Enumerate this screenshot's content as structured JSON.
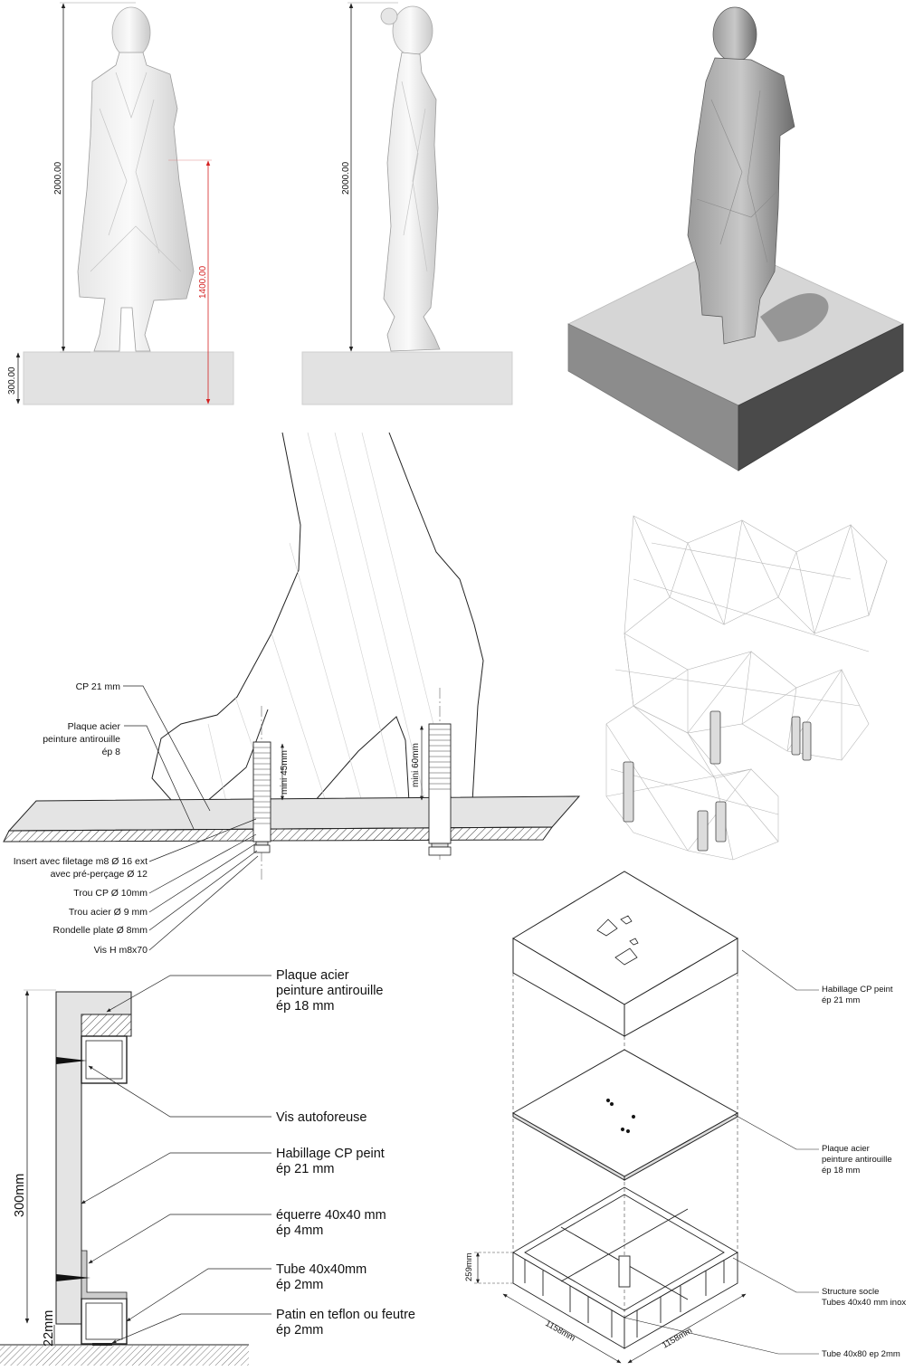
{
  "elevations": {
    "front_height": "2000.00",
    "front_red_height": "1400.00",
    "base_height": "300.00",
    "side_height": "2000.00"
  },
  "fixing_section": {
    "labels": [
      "CP 21 mm",
      "Plaque acier",
      "peinture antirouille",
      "ép 8",
      "Insert avec filetage m8 Ø 16 ext",
      "avec pré-perçage Ø 12",
      "Trou CP Ø 10mm",
      "Trou acier Ø 9 mm",
      "Rondelle plate Ø 8mm",
      "Vis H  m8x70"
    ],
    "dim_left": "mini 45mm",
    "dim_right": "mini 60mm"
  },
  "plinth_section": {
    "labels": [
      "Plaque acier",
      "peinture antirouille",
      "ép 18 mm",
      "Vis autoforeuse",
      "Habillage CP peint",
      "ép 21 mm",
      "équerre 40x40 mm",
      "ép 4mm",
      "Tube 40x40mm",
      "ép 2mm",
      "Patin en teflon ou feutre",
      "ép 2mm"
    ],
    "height": "300mm",
    "foot": "22mm"
  },
  "exploded": {
    "labels": [
      "Habillage CP peint",
      "ép 21 mm",
      "Plaque acier",
      "peinture antirouille",
      "ép 18 mm",
      "Structure socle",
      "Tubes 40x40 mm inox",
      "Tube 40x80 ep 2mm"
    ],
    "height": "259mm",
    "width_left": "1158mm",
    "width_right": "1158mm"
  }
}
